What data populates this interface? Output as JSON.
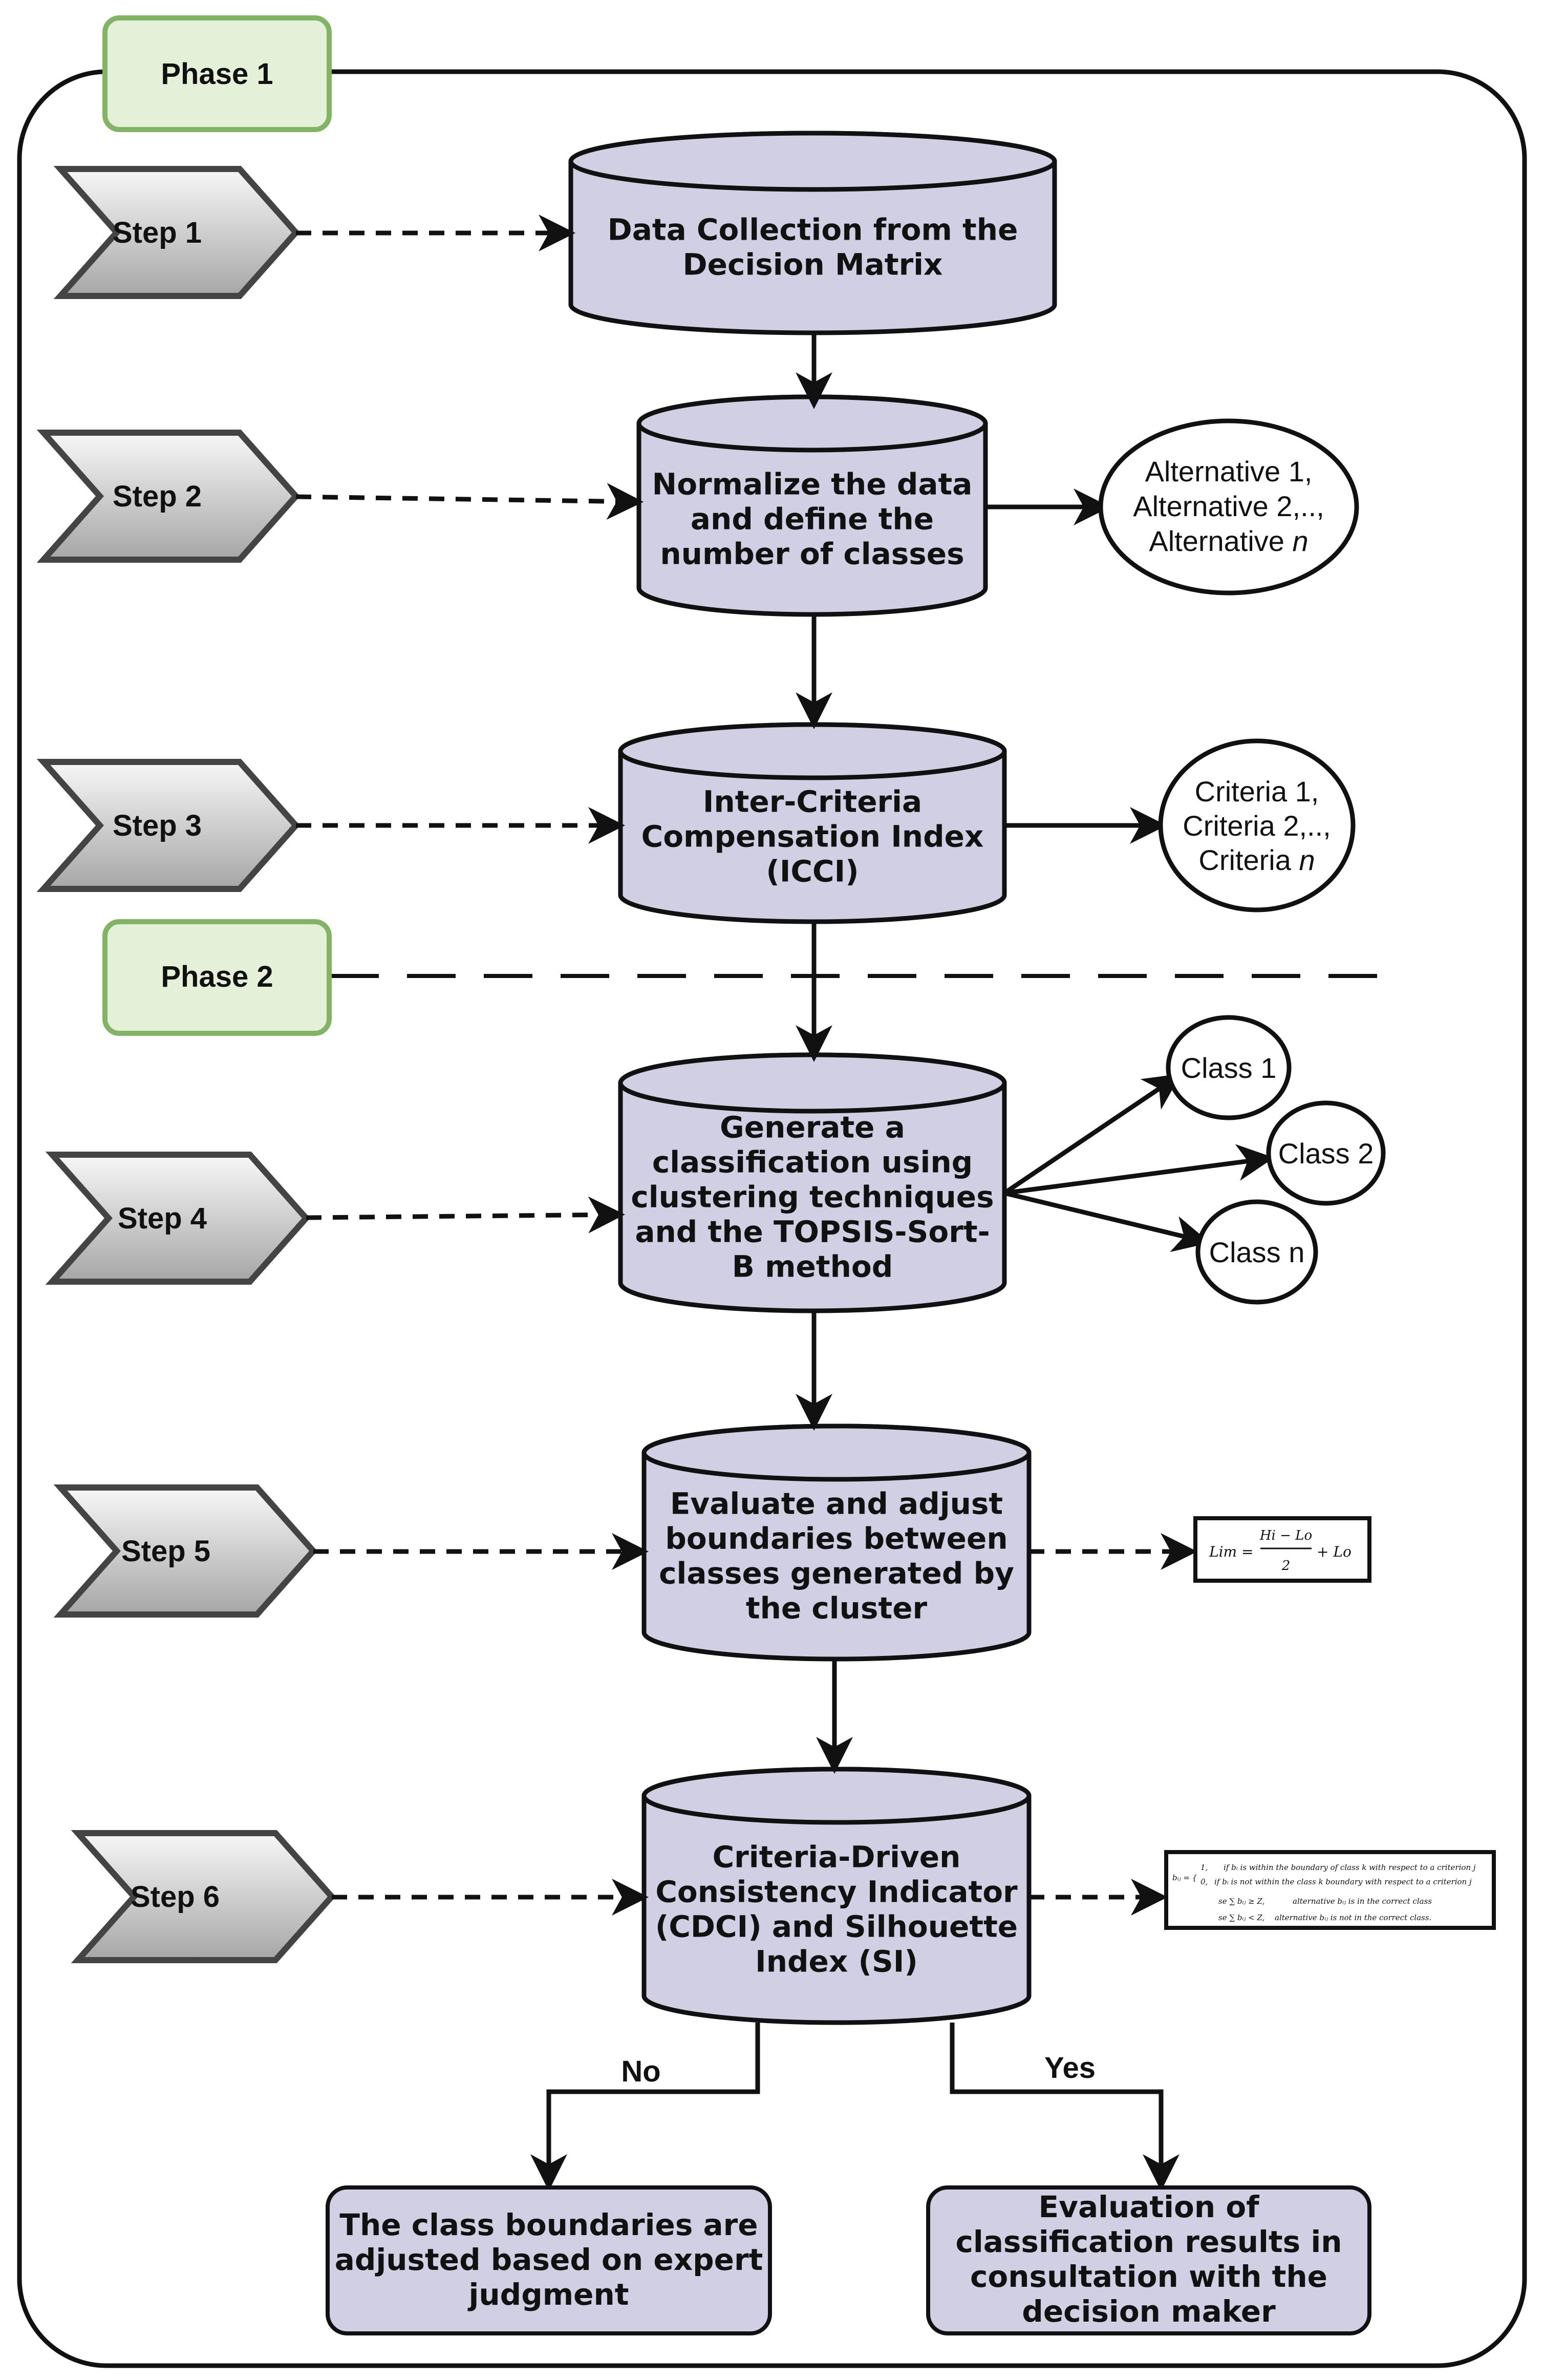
{
  "phases": {
    "phase1": "Phase 1",
    "phase2": "Phase 2"
  },
  "steps": [
    "Step 1",
    "Step 2",
    "Step 3",
    "Step 4",
    "Step 5",
    "Step 6"
  ],
  "boxes": {
    "step1": [
      "Data Collection from the",
      "Decision Matrix"
    ],
    "step2": [
      "Normalize the data",
      "and define the",
      "number of classes"
    ],
    "step3": [
      "Inter-Criteria",
      "Compensation Index",
      "(ICCI)"
    ],
    "step4": [
      "Generate a",
      "classification using",
      "clustering techniques",
      "and the TOPSIS-Sort-",
      "B method"
    ],
    "step5": [
      "Evaluate and adjust",
      "boundaries between",
      "classes generated by",
      "the cluster"
    ],
    "step6": [
      "Criteria-Driven",
      "Consistency Indicator",
      "(CDCI) and Silhouette",
      "Index (SI)"
    ]
  },
  "alternatives": [
    "Alternative 1,",
    "Alternative 2,..,",
    "Alternative ",
    "n"
  ],
  "criteria": [
    "Criteria 1,",
    "Criteria 2,..,",
    "Criteria ",
    "n"
  ],
  "classes": [
    "Class 1",
    "Class 2",
    "Class n"
  ],
  "formula_lim": {
    "lhs": "Lim =",
    "numerator": "Hi − Lo",
    "denominator": "2",
    "rhs": "+ Lo"
  },
  "formula_cdci": {
    "lhs": "bᵢⱼ = {",
    "case1_value": "1,",
    "case1_text": "if bᵢ is within the boundary of class k with respect to a criterion j",
    "case2_value": "0,",
    "case2_text": "if bᵢ is not within the class k boundary with respect to a criterion j",
    "line3_lead": "se ∑ bᵢⱼ ≥ Z,",
    "line3_text": "alternative bᵢⱼ is in the correct class",
    "line4_lead": "se ∑ bᵢⱼ < Z,",
    "line4_text": "alternative bᵢⱼ is not in the correct class."
  },
  "branch": {
    "no": "No",
    "yes": "Yes"
  },
  "outcomes": {
    "no": [
      "The class boundaries are",
      "adjusted based on expert",
      "judgment"
    ],
    "yes": [
      "Evaluation of",
      "classification results in",
      "consultation with the",
      "decision maker"
    ]
  },
  "colors": {
    "box_fill": "#d1cfe4",
    "phase_fill": "#e5f0d9",
    "phase_stroke": "#82b366",
    "step_light": "#f7f7f7",
    "step_dark": "#a6a6a6",
    "stroke": "#111111"
  }
}
